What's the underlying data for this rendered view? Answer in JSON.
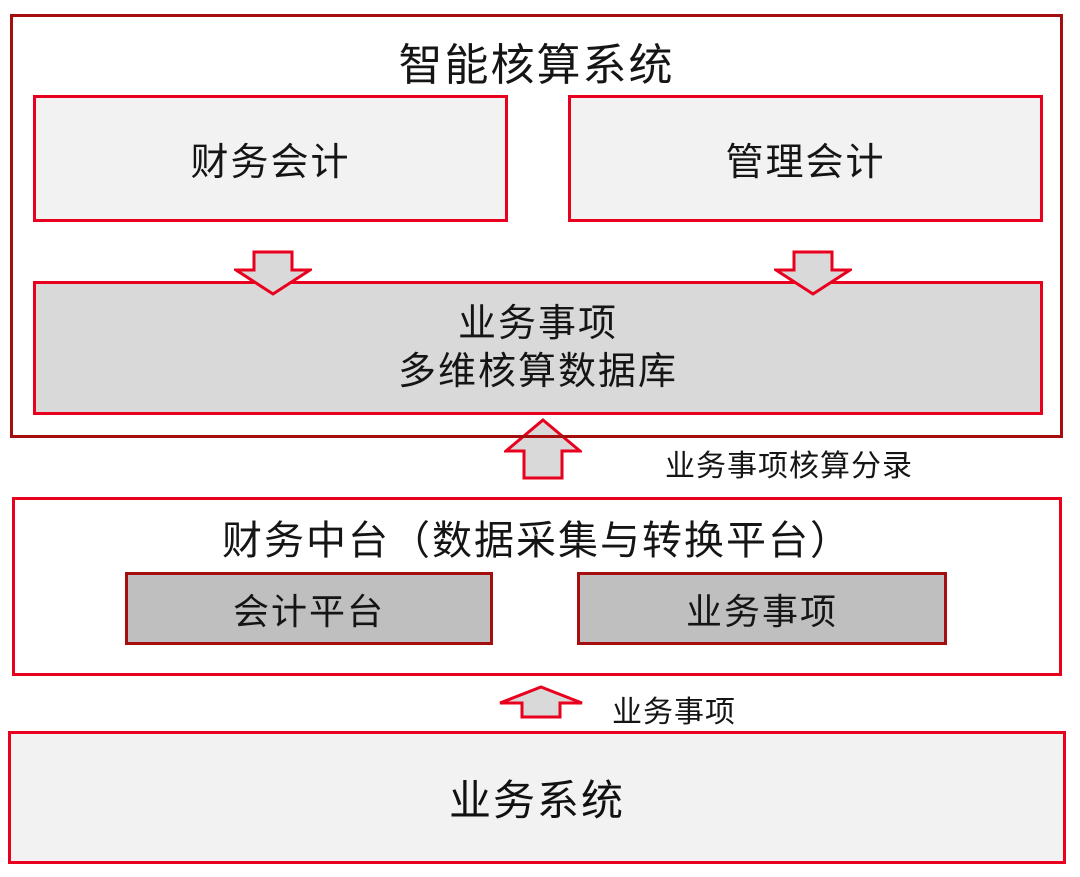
{
  "colors": {
    "dark_red_border": "#A40E0E",
    "bright_red_border": "#E8001E",
    "light_gray_fill": "#F2F2F2",
    "mid_gray_fill": "#D9D9D9",
    "dark_gray_fill": "#BFBFBF"
  },
  "top_section": {
    "title": "智能核算系统",
    "financial_accounting": "财务会计",
    "management_accounting": "管理会计",
    "database": {
      "line1": "业务事项",
      "line2": "多维核算数据库"
    }
  },
  "middle_section": {
    "title": "财务中台（数据采集与转换平台）",
    "accounting_platform": "会计平台",
    "business_events": "业务事项"
  },
  "bottom_section": {
    "title": "业务系统"
  },
  "flow_labels": {
    "entry_label": "业务事项核算分录",
    "business_label": "业务事项"
  }
}
